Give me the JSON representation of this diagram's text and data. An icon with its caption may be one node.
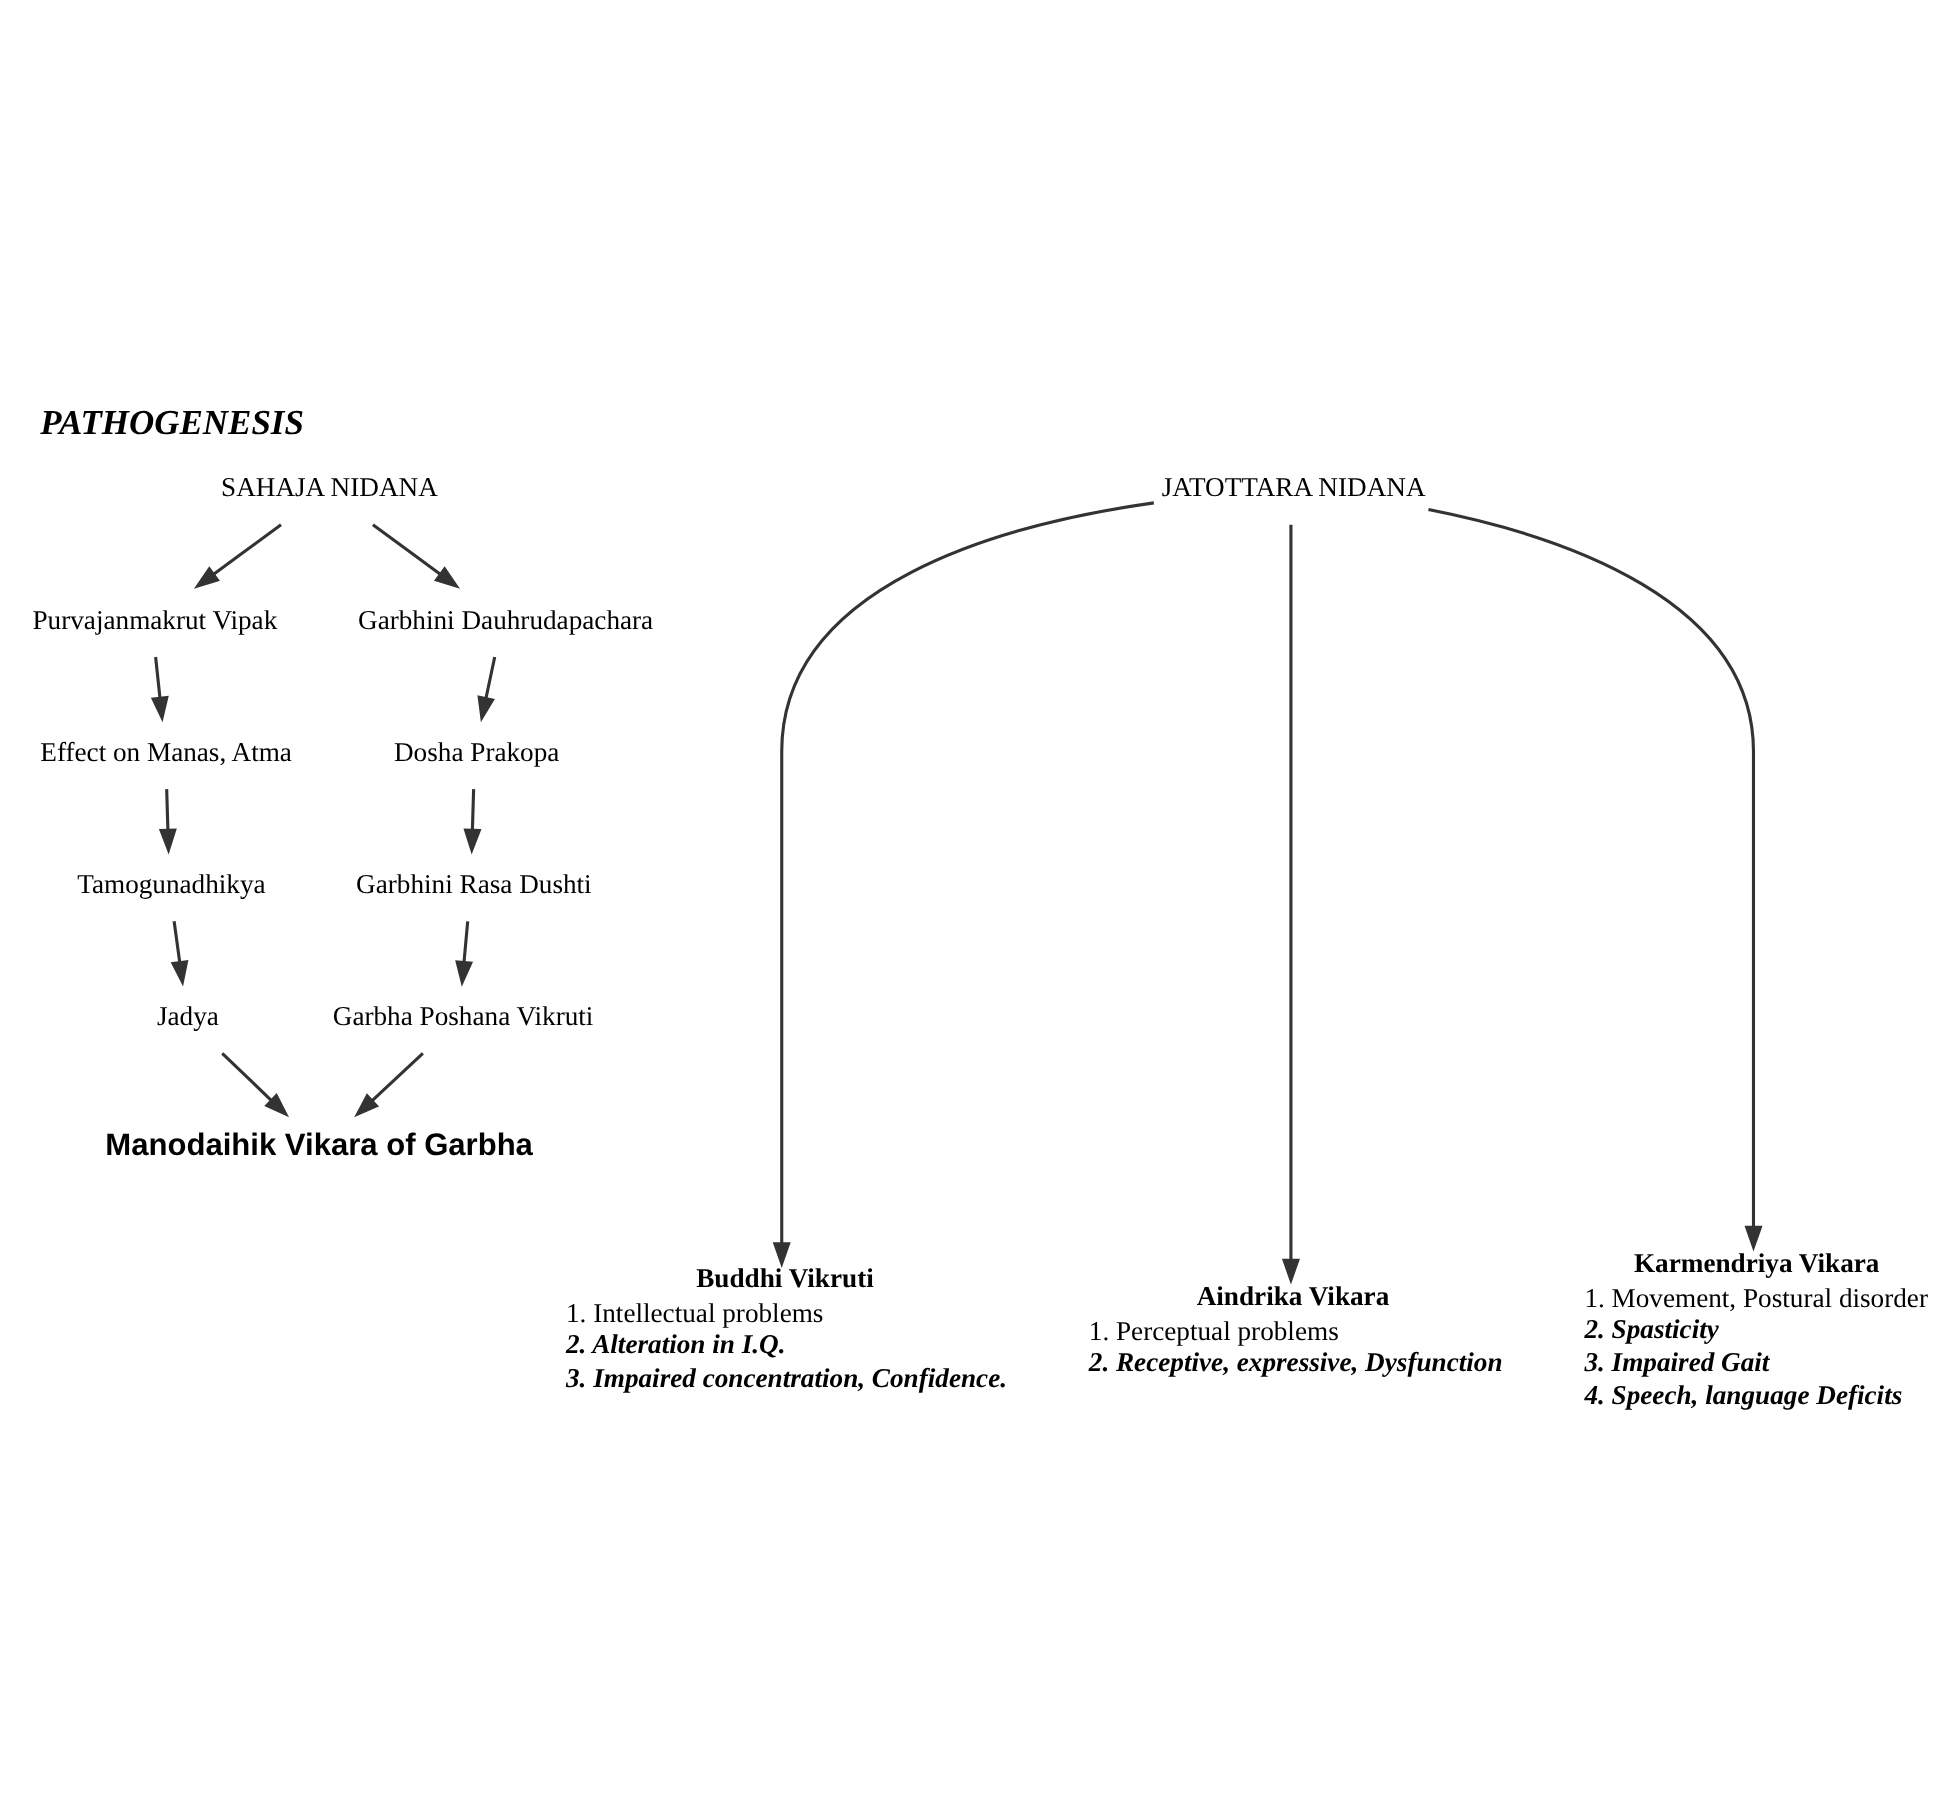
{
  "diagram": {
    "title": "PATHOGENESIS",
    "nodes": [
      {
        "text": [
          "SAHAJA NIDANA"
        ]
      },
      {
        "text": [
          "JATOTTARA NIDANA"
        ]
      },
      {
        "text": [
          "Purvajanmakrut Vipak"
        ]
      },
      {
        "text": [
          "Garbhini Dauhrudapachara"
        ]
      },
      {
        "text": [
          "Effect on Manas, Atma"
        ]
      },
      {
        "text": [
          "Dosha Prakopa"
        ]
      },
      {
        "text": [
          "Tamogunadhikya"
        ]
      },
      {
        "text": [
          "Garbhini Rasa Dushti"
        ]
      },
      {
        "text": [
          "Jadya"
        ]
      },
      {
        "text": [
          "Garbha Poshana Vikruti"
        ]
      },
      {
        "text": [
          "Manodaihik Vikara of Garbha"
        ]
      },
      {
        "text": [
          "Buddhi Vikruti",
          "1. Intellectual problems",
          "2. Alteration in I.Q.",
          "3. Impaired concentration, Confidence."
        ]
      },
      {
        "text": [
          "Aindrika Vikara",
          "1. Perceptual problems",
          "2. Receptive, expressive, Dysfunction"
        ]
      },
      {
        "text": [
          "Karmendriya Vikara",
          "1. Movement, Postural disorder",
          "2. Spasticity",
          "3. Impaired Gait",
          "4. Speech, language Deficits"
        ]
      }
    ],
    "edges": [
      {
        "from": 0,
        "to": 2,
        "arrow": "to"
      },
      {
        "from": 0,
        "to": 3,
        "arrow": "to"
      },
      {
        "from": 2,
        "to": 4,
        "arrow": "to"
      },
      {
        "from": 4,
        "to": 6,
        "arrow": "to"
      },
      {
        "from": 6,
        "to": 8,
        "arrow": "to"
      },
      {
        "from": 3,
        "to": 5,
        "arrow": "to"
      },
      {
        "from": 5,
        "to": 7,
        "arrow": "to"
      },
      {
        "from": 7,
        "to": 9,
        "arrow": "to"
      },
      {
        "from": 8,
        "to": 10,
        "arrow": "to"
      },
      {
        "from": 9,
        "to": 10,
        "arrow": "to"
      },
      {
        "from": 1,
        "to": 11,
        "arrow": "to"
      },
      {
        "from": 1,
        "to": 12,
        "arrow": "to"
      },
      {
        "from": 1,
        "to": 13,
        "arrow": "to"
      }
    ]
  }
}
